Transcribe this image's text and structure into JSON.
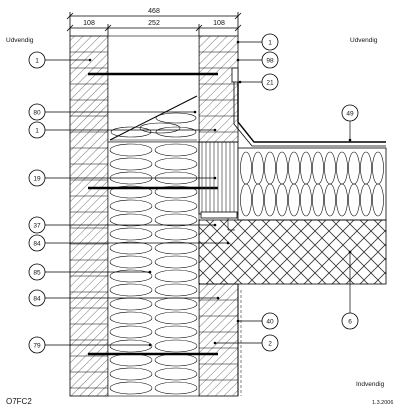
{
  "dimensions": {
    "overall": "468",
    "outer_leaf": "108",
    "cavity": "252",
    "inner_leaf": "108"
  },
  "labels": {
    "outside_left": "Udvendig",
    "outside_right": "Udvendig",
    "inside": "Indvendig",
    "drawing_code": "O7FC2",
    "date": "1.3.2006"
  },
  "callouts": {
    "c1_top_right": "1",
    "c98": "98",
    "c21": "21",
    "c49": "49",
    "c1_left": "1",
    "c80": "80",
    "c1_mid": "1",
    "c19": "19",
    "c37": "37",
    "c84_upper": "84",
    "c85": "85",
    "c84_lower": "84",
    "c40": "40",
    "c6": "6",
    "c79": "79",
    "c2": "2"
  }
}
